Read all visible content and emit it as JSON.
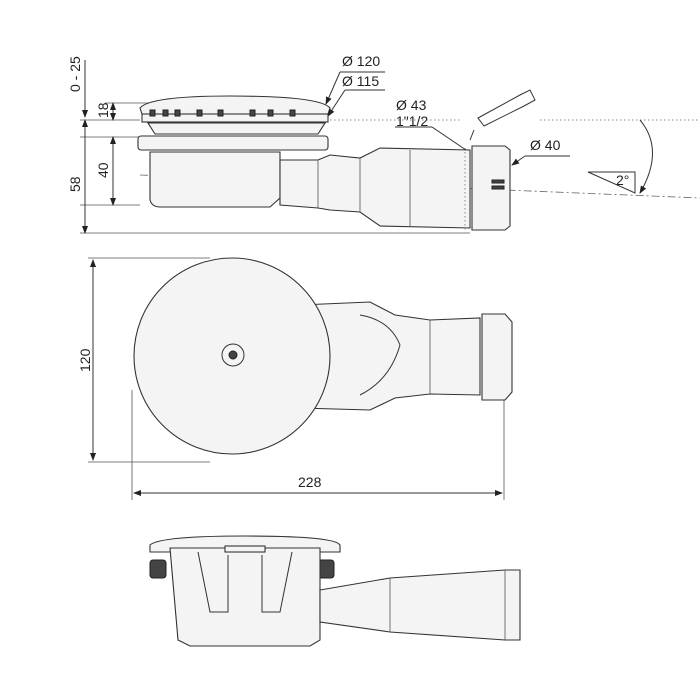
{
  "side_view": {
    "dims": {
      "d120": "Ø 120",
      "d115": "Ø 115",
      "d43": "Ø 43",
      "thread": "1\"1/2",
      "d40": "Ø 40",
      "slope": "2°",
      "adjust": "0 - 25",
      "h18": "18",
      "h40": "40",
      "h58": "58"
    }
  },
  "top_view": {
    "dims": {
      "width": "120",
      "length": "228"
    }
  }
}
